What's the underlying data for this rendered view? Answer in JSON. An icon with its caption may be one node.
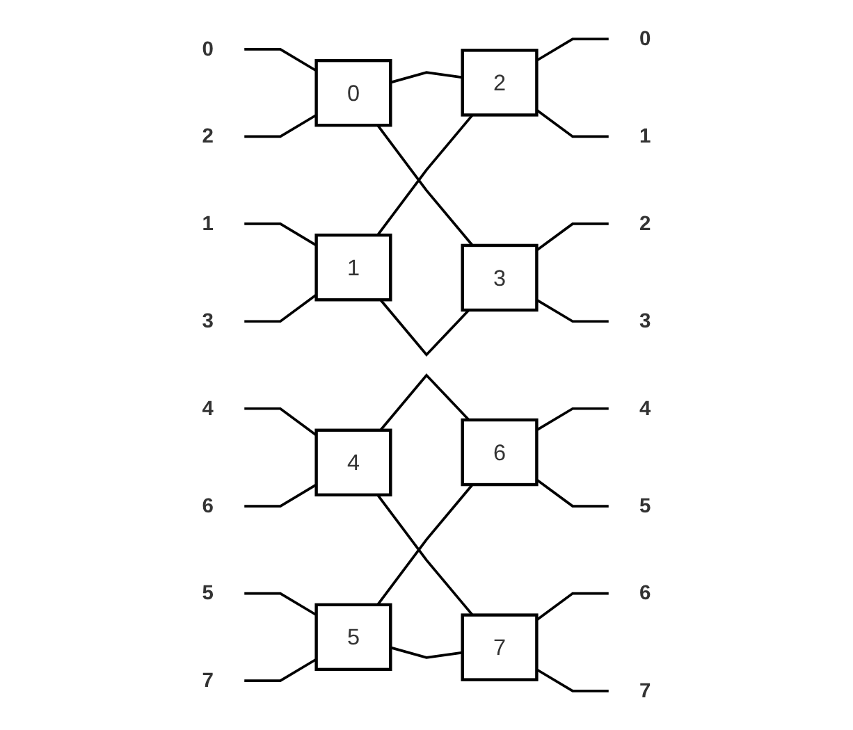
{
  "diagram": {
    "nodes": [
      {
        "text": [
          "0"
        ]
      },
      {
        "text": [
          "1"
        ]
      },
      {
        "text": [
          "2"
        ]
      },
      {
        "text": [
          "3"
        ]
      },
      {
        "text": [
          "4"
        ]
      },
      {
        "text": [
          "5"
        ]
      },
      {
        "text": [
          "6"
        ]
      },
      {
        "text": [
          "7"
        ]
      },
      {
        "text": [
          "0"
        ]
      },
      {
        "text": [
          "1"
        ]
      },
      {
        "text": [
          "2"
        ]
      },
      {
        "text": [
          "3"
        ]
      },
      {
        "text": [
          "4"
        ]
      },
      {
        "text": [
          "5"
        ]
      },
      {
        "text": [
          "6"
        ]
      },
      {
        "text": [
          "7"
        ]
      },
      {
        "text": [
          "0"
        ]
      },
      {
        "text": [
          "1"
        ]
      },
      {
        "text": [
          "2"
        ]
      },
      {
        "text": [
          "3"
        ]
      },
      {
        "text": [
          "4"
        ]
      },
      {
        "text": [
          "5"
        ]
      },
      {
        "text": [
          "6"
        ]
      },
      {
        "text": [
          "7"
        ]
      }
    ],
    "edges": [
      {
        "from": 0,
        "to": 8,
        "arrow": "none"
      },
      {
        "from": 1,
        "to": 9,
        "arrow": "none"
      },
      {
        "from": 2,
        "to": 8,
        "arrow": "none"
      },
      {
        "from": 3,
        "to": 9,
        "arrow": "none"
      },
      {
        "from": 8,
        "to": 10,
        "arrow": "none"
      },
      {
        "from": 8,
        "to": 11,
        "arrow": "none"
      },
      {
        "from": 9,
        "to": 10,
        "arrow": "none"
      },
      {
        "from": 9,
        "to": 11,
        "arrow": "none"
      },
      {
        "from": 10,
        "to": 16,
        "arrow": "none"
      },
      {
        "from": 10,
        "to": 17,
        "arrow": "none"
      },
      {
        "from": 11,
        "to": 18,
        "arrow": "none"
      },
      {
        "from": 11,
        "to": 19,
        "arrow": "none"
      },
      {
        "from": 4,
        "to": 12,
        "arrow": "none"
      },
      {
        "from": 5,
        "to": 13,
        "arrow": "none"
      },
      {
        "from": 6,
        "to": 12,
        "arrow": "none"
      },
      {
        "from": 7,
        "to": 13,
        "arrow": "none"
      },
      {
        "from": 12,
        "to": 14,
        "arrow": "none"
      },
      {
        "from": 12,
        "to": 15,
        "arrow": "none"
      },
      {
        "from": 13,
        "to": 14,
        "arrow": "none"
      },
      {
        "from": 13,
        "to": 15,
        "arrow": "none"
      },
      {
        "from": 14,
        "to": 20,
        "arrow": "none"
      },
      {
        "from": 14,
        "to": 21,
        "arrow": "none"
      },
      {
        "from": 15,
        "to": 22,
        "arrow": "none"
      },
      {
        "from": 15,
        "to": 23,
        "arrow": "none"
      }
    ]
  }
}
